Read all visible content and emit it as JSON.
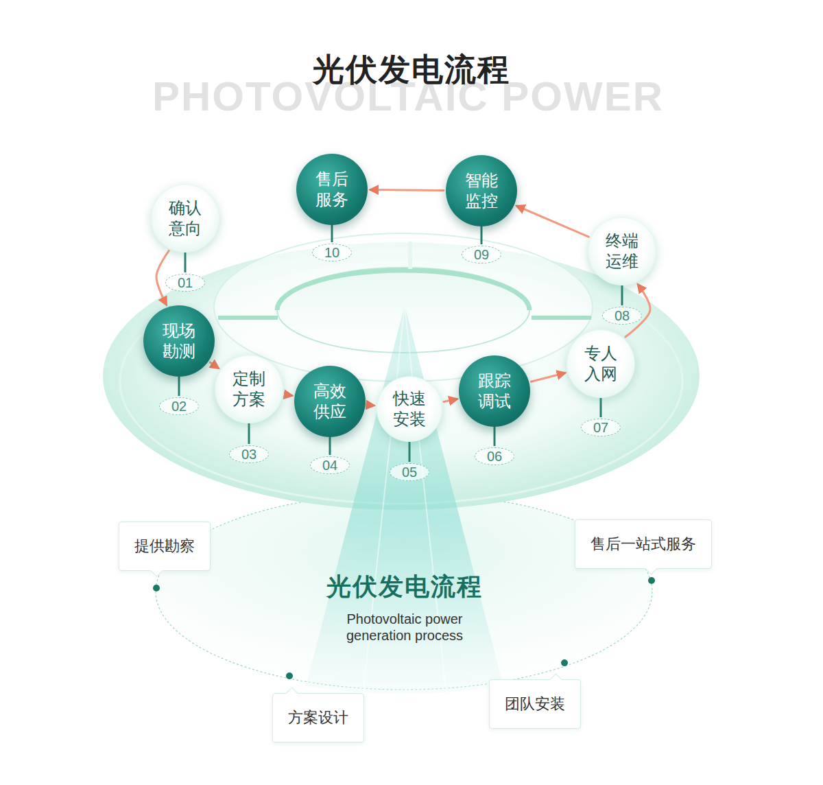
{
  "diagram": {
    "title": "光伏发电流程",
    "nodes": [
      {
        "text": [
          "确认 意向"
        ]
      },
      {
        "text": [
          "现场 勘测"
        ]
      },
      {
        "text": [
          "定制 方案"
        ]
      },
      {
        "text": [
          "高效 供应"
        ]
      },
      {
        "text": [
          "快速 安装"
        ]
      },
      {
        "text": [
          "跟踪 调试"
        ]
      },
      {
        "text": [
          "专人 入网"
        ]
      },
      {
        "text": [
          "终端 运维"
        ]
      },
      {
        "text": [
          "智能 监控"
        ]
      },
      {
        "text": [
          "售后 服务"
        ]
      },
      {
        "text": [
          "提供勘察"
        ]
      },
      {
        "text": [
          "售后一站式服务"
        ]
      },
      {
        "text": [
          "方案设计"
        ]
      },
      {
        "text": [
          "团队安装"
        ]
      }
    ],
    "edges": [
      {
        "from": 0,
        "to": 1,
        "arrow": "to"
      },
      {
        "from": 1,
        "to": 2,
        "arrow": "to"
      },
      {
        "from": 2,
        "to": 3,
        "arrow": "to"
      },
      {
        "from": 3,
        "to": 4,
        "arrow": "to"
      },
      {
        "from": 4,
        "to": 5,
        "arrow": "to"
      },
      {
        "from": 5,
        "to": 6,
        "arrow": "to"
      },
      {
        "from": 6,
        "to": 7,
        "arrow": "to"
      },
      {
        "from": 7,
        "to": 8,
        "arrow": "to"
      },
      {
        "from": 8,
        "to": 9,
        "arrow": "to"
      }
    ],
    "labels": [
      "PHOTOVOLTAIC POWER",
      "01",
      "02",
      "03",
      "04",
      "05",
      "06",
      "07",
      "08",
      "09",
      "10",
      "光伏发电流程",
      "Photovoltaic power generation process"
    ]
  }
}
